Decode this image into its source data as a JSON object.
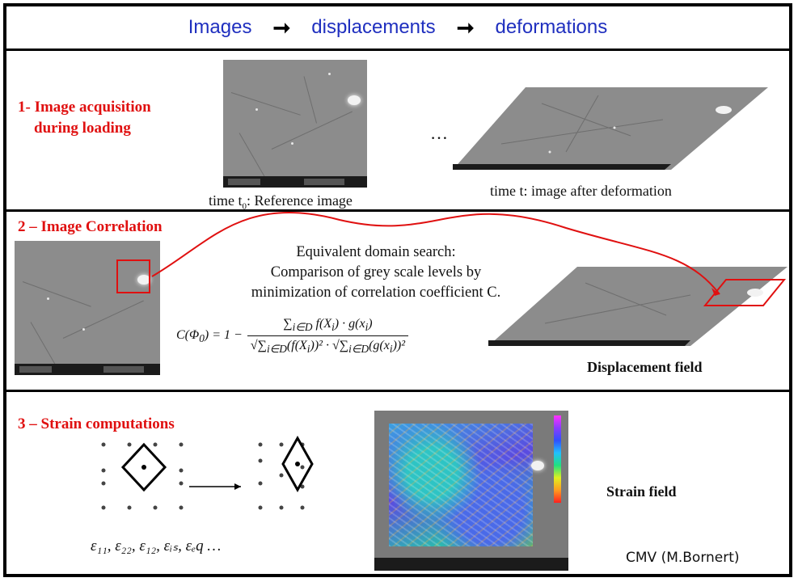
{
  "header": {
    "step1": "Images",
    "arrow": "➞",
    "step2": "displacements",
    "step3": "deformations"
  },
  "section1": {
    "title_line1": "1- Image acquisition",
    "title_line2": "during loading",
    "ellipsis": "…",
    "caption_left_prefix": "time t",
    "caption_left_sub": "0",
    "caption_left_suffix": ": Reference image",
    "caption_right": "time t: image after deformation"
  },
  "section2": {
    "title": "2 – Image Correlation",
    "text_line1": "Equivalent domain search:",
    "text_line2": "Comparison of grey scale levels by",
    "text_line3": "minimization of correlation coefficient C.",
    "equation_lhs": "C(Φ",
    "equation_lhs_sub": "0",
    "equation_lhs_end": ") = 1 −",
    "equation_num": "∑",
    "equation_num_sub": "i∈D",
    "equation_num_body": " f(X",
    "equation_num_body_sub": "i",
    "equation_num_body2": ") · g(x",
    "equation_num_body2_sub": "i",
    "equation_num_body3": ")",
    "equation_den": "√∑",
    "equation_den_sub": "i∈D",
    "equation_den_body": "(f(X",
    "equation_den_body_sub": "i",
    "equation_den_body2": "))² · √∑",
    "equation_den_body2_sub": "i∈D",
    "equation_den_body3": "(g(x",
    "equation_den_body3_sub": "i",
    "equation_den_body4": "))²",
    "result_label": "Displacement field"
  },
  "section3": {
    "title": "3 – Strain computations",
    "strain_symbols": "ε₁₁, ε₂₂, ε₁₂, εᵢₛ, εₑq …",
    "result_label": "Strain field"
  },
  "credit": "CMV (M.Bornert)",
  "colors": {
    "header_text": "#1f2fbf",
    "section_title": "#e01010",
    "highlight_box": "#e01010"
  }
}
